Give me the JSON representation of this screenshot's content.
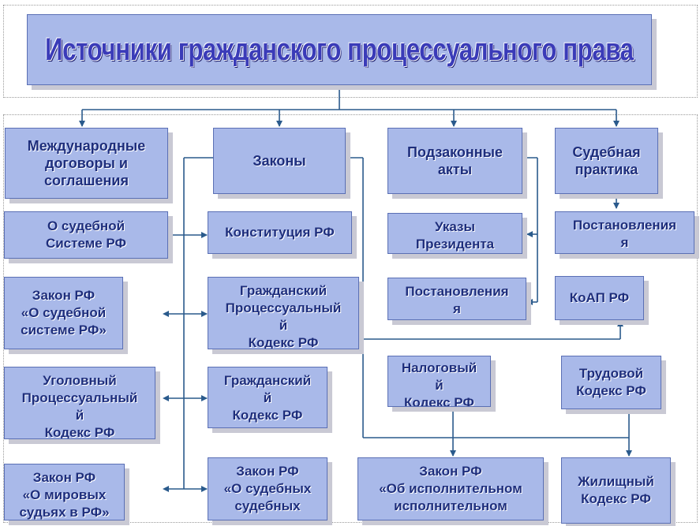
{
  "title": "Источники гражданского процессуального права",
  "categories": {
    "international": "Международные\nдоговоры и\nсоглашения",
    "laws": "Законы",
    "bylaws": "Подзаконные\nакты",
    "judicial": "Судебная\nпрактика"
  },
  "left_column": {
    "judicial_system": "О судебной\nСистеме РФ",
    "law_judicial_system": "Закон РФ\n«О судебной\nсистеме РФ»",
    "criminal_proc": "Уголовный\nПроцессуальный\nй\nКодекс РФ",
    "justices_peace": "Закон РФ\n«О мировых\nсудьях в РФ»"
  },
  "laws_column": {
    "constitution": "Конституция РФ",
    "civil_proc": "Гражданский\nПроцессуальный\nй\nКодекс РФ",
    "civil_code": "Гражданский\nй\nКодекс РФ",
    "bailiffs": "Закон РФ\n«О судебных\nсудебных"
  },
  "bylaws_column": {
    "decrees": "Указы\nПрезидента",
    "resolutions": "Постановления\nя",
    "tax_code": "Налоговый\nй\nКодекс РФ",
    "enforcement": "Закон РФ\n«Об исполнительном\nисполнительном"
  },
  "judicial_column": {
    "resolutions": "Постановления\nя",
    "koap": "КоАП РФ",
    "labor_code": "Трудовой\nКодекс РФ",
    "housing_code": "Жилищный\nКодекс РФ"
  }
}
